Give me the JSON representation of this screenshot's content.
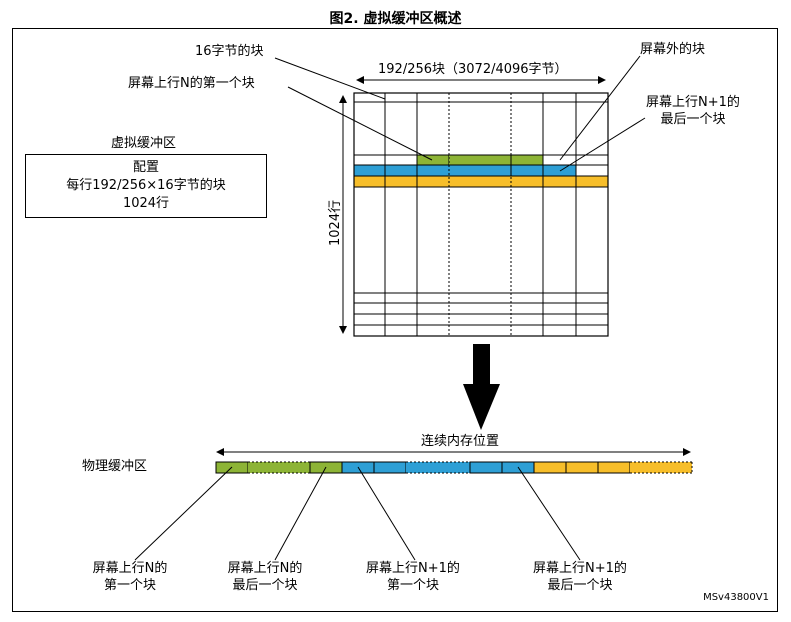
{
  "figure": {
    "title": "图2. 虚拟缓冲区概述",
    "footer_id": "MSv43800V1"
  },
  "virtual_buffer": {
    "label": "虚拟缓冲区",
    "config_title": "配置",
    "config_line1": "每行192/256×16字节的块",
    "config_line2": "1024行",
    "width_label": "192/256块（3072/4096字节）",
    "height_label": "1024行"
  },
  "callouts": {
    "block16": "16字节的块",
    "row_n_first": "屏幕上行N的第一个块",
    "offscreen": "屏幕外的块",
    "row_n1_last_1": "屏幕上行N+1的",
    "row_n1_last_2": "最后一个块"
  },
  "physical_buffer": {
    "label": "物理缓冲区",
    "contiguous_label": "连续内存位置"
  },
  "bottom_labels": [
    {
      "line1": "屏幕上行N的",
      "line2": "第一个块"
    },
    {
      "line1": "屏幕上行N的",
      "line2": "最后一个块"
    },
    {
      "line1": "屏幕上行N+1的",
      "line2": "第一个块"
    },
    {
      "line1": "屏幕上行N+1的",
      "line2": "最后一个块"
    }
  ],
  "colors": {
    "green": "#8db436",
    "blue": "#2e9fd5",
    "yellow": "#f7be2a"
  }
}
